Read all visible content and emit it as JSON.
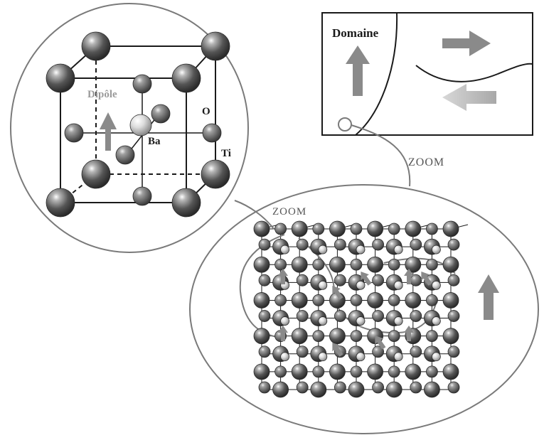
{
  "labels": {
    "domaine": "Domaine",
    "dipole": "Dipôle",
    "ba": "Ba",
    "o": "O",
    "ti": "Ti",
    "zoom_top": "ZOOM",
    "zoom_left": "ZOOM"
  },
  "colors": {
    "line": "#1a1a1a",
    "bubble_outline": "#7a7a7a",
    "ti_atom": "#555555",
    "o_atom": "#6a6a6a",
    "ba_atom": "#cfcfcf",
    "arrow": "#8a8a8a",
    "arrow_light": "#bdbdbd",
    "dipole_text": "#9a9a9a"
  },
  "icons": [
    "up-arrow",
    "right-arrow",
    "left-arrow",
    "atom-sphere"
  ]
}
